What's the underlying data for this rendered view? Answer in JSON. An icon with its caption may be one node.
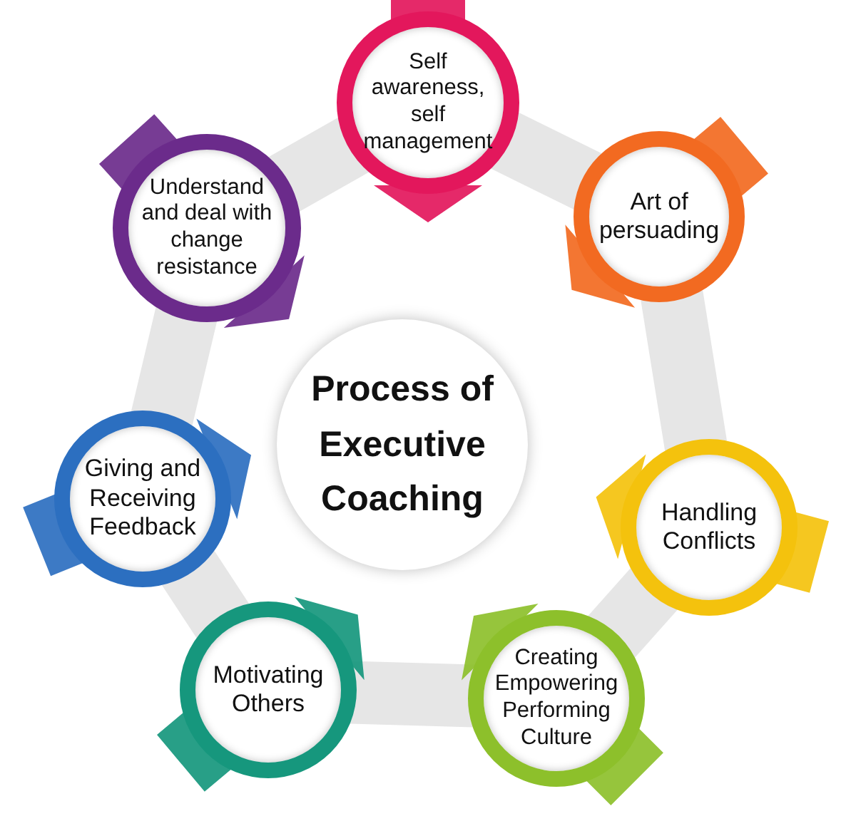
{
  "diagram": {
    "nodes": [
      {
        "text": [
          "Process of Executive Coaching"
        ]
      },
      {
        "text": [
          "Self awareness, self management"
        ]
      },
      {
        "text": [
          "Art of persuading"
        ]
      },
      {
        "text": [
          "Handling Conflicts"
        ]
      },
      {
        "text": [
          "Creating Empowering Performing Culture"
        ]
      },
      {
        "text": [
          "Motivating Others"
        ]
      },
      {
        "text": [
          "Giving and Receiving Feedback"
        ]
      },
      {
        "text": [
          "Understand and deal with change resistance"
        ]
      }
    ],
    "edges": [
      {
        "from": 1,
        "to": 2,
        "arrow": "none"
      },
      {
        "from": 2,
        "to": 3,
        "arrow": "none"
      },
      {
        "from": 3,
        "to": 4,
        "arrow": "none"
      },
      {
        "from": 4,
        "to": 5,
        "arrow": "none"
      },
      {
        "from": 5,
        "to": 6,
        "arrow": "none"
      },
      {
        "from": 6,
        "to": 7,
        "arrow": "none"
      },
      {
        "from": 7,
        "to": 1,
        "arrow": "none"
      }
    ]
  }
}
